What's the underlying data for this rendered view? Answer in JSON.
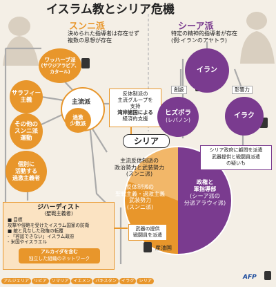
{
  "header": {
    "title": "イスラム教とシリア危機",
    "sunni_title": "スンニ派",
    "sunni_desc_1": "決められた指導者は存在せず",
    "sunni_desc_2": "複数の思想が存在",
    "shia_title": "シーア派",
    "shia_desc_1": "特定の精神的指導者が存在",
    "shia_desc_2": "(例:イランのアヤトラ)"
  },
  "sunni": {
    "wahhabi_1": "ワッハーブ派",
    "wahhabi_2": "(サウジアラビア、",
    "wahhabi_3": "カタール)",
    "salafi_1": "サラフィー",
    "salafi_2": "主義",
    "other_1": "その他の",
    "other_2": "スンニ派",
    "other_3": "運動",
    "mainstream": "主流派",
    "radical_1": "過激",
    "radical_2": "少数派",
    "individual_1": "個別に",
    "individual_2": "活動する",
    "individual_3": "過激主義者"
  },
  "support_box": {
    "line1": "反体制派の",
    "line2": "主流グループを",
    "line3": "支持",
    "line4": "湾岸諸国による",
    "line5": "経済的支援"
  },
  "syria": {
    "label": "シリア",
    "mainstream_1": "主流反体制派の",
    "mainstream_2": "政治勢力と武装勢力",
    "mainstream_3": "(スンニ派)",
    "jihadi_1": "反体制派の",
    "jihadi_2": "聖戦主義・過激主義",
    "jihadi_3": "武装勢力",
    "jihadi_4": "(スンニ派)",
    "regime_1": "政権と",
    "regime_2": "軍指導部",
    "regime_3": "(シーア派の",
    "regime_4": "分派アラウィ派)"
  },
  "weapons_box": {
    "line1": "武器の提供",
    "line2": "戦闘員を派遣"
  },
  "jihadist": {
    "title_1": "ジハーディスト",
    "title_2": "(聖戦主義者)",
    "goal_1": "■ 目標",
    "goal_2": "攻撃や侵略を受けたイスラム国家の防衛",
    "enemy_1": "■ 敵と見なした政権の転覆",
    "enemy_2": "- 「容認できない」イスラム政府",
    "enemy_3": "- 米国やイスラエル",
    "alqaeda_1": "アルカイダを含む",
    "alqaeda_2": "独立した組織のネットワーク"
  },
  "countries": [
    "アルジェリア",
    "リビア",
    "ソマリア",
    "イエメン",
    "パキスタン",
    "イラク",
    "シリア"
  ],
  "shia": {
    "iran": "イラン",
    "founding": "創設",
    "influence": "影響力",
    "hezbollah_1": "ヒズボラ",
    "hezbollah_2": "(レバノン)",
    "iraq": "イラク",
    "iraq_box_1": "シリア政府に顧問を派遣",
    "iraq_box_2": "武器提供と戦闘員派遣",
    "iraq_box_3": "の疑いも"
  },
  "legend": {
    "oil": "産油国"
  },
  "credit": "AFP",
  "colors": {
    "sunni": "#e8962b",
    "shia": "#7a3b8f",
    "background": "#f4efe6"
  }
}
